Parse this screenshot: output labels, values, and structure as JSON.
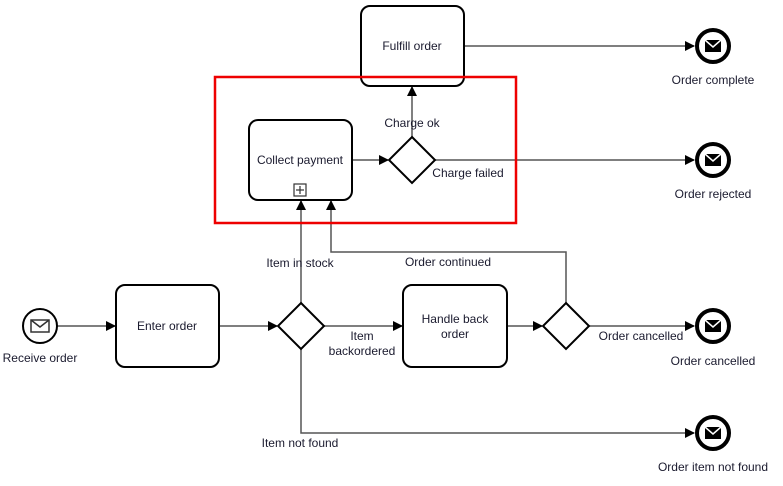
{
  "diagram": {
    "type": "BPMN process",
    "highlight_color": "#ee0000",
    "start_event": {
      "label": "Receive order",
      "icon": "envelope-icon"
    },
    "tasks": {
      "enter_order": "Enter order",
      "collect_payment": "Collect payment",
      "fulfill_order": "Fulfill order",
      "handle_back_order_line1": "Handle back",
      "handle_back_order_line2": "order"
    },
    "subprocess_marker": "plus-marker-icon",
    "gateways": [
      "stock-gateway",
      "payment-gateway",
      "backorder-gateway"
    ],
    "flow_labels": {
      "item_in_stock": "Item in stock",
      "item_backordered_line1": "Item",
      "item_backordered_line2": "backordered",
      "item_not_found": "Item not found",
      "charge_ok": "Charge ok",
      "charge_failed": "Charge failed",
      "order_continued": "Order continued",
      "order_cancelled": "Order cancelled"
    },
    "end_events": {
      "order_complete": "Order complete",
      "order_rejected": "Order rejected",
      "order_cancelled": "Order cancelled",
      "order_item_not_found": "Order item not found"
    }
  }
}
